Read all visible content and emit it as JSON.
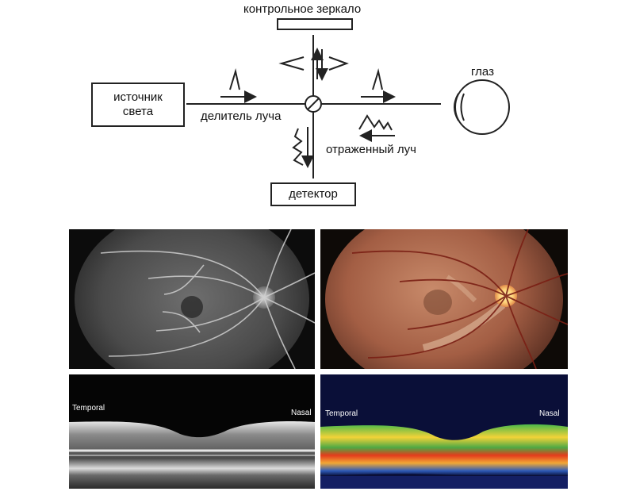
{
  "diagram": {
    "reference_mirror": "контрольное зеркало",
    "light_source_line1": "источник",
    "light_source_line2": "света",
    "beam_splitter": "делитель луча",
    "eye": "глаз",
    "reflected_beam": "отраженный луч",
    "detector": "детектор"
  },
  "images": {
    "oct_bw": {
      "left_label": "Temporal",
      "right_label": "Nasal"
    },
    "oct_color": {
      "left_label": "Temporal",
      "right_label": "Nasal"
    }
  },
  "colors": {
    "angiogram_bg": "#0c0c0c",
    "fundus_bg": "#0e0a07",
    "fundus_tint": "#b36a4a",
    "optic_disc": "#ffd37a",
    "oct_bw_bg": "#050505",
    "oct_color_bg": "#0a0f38"
  }
}
